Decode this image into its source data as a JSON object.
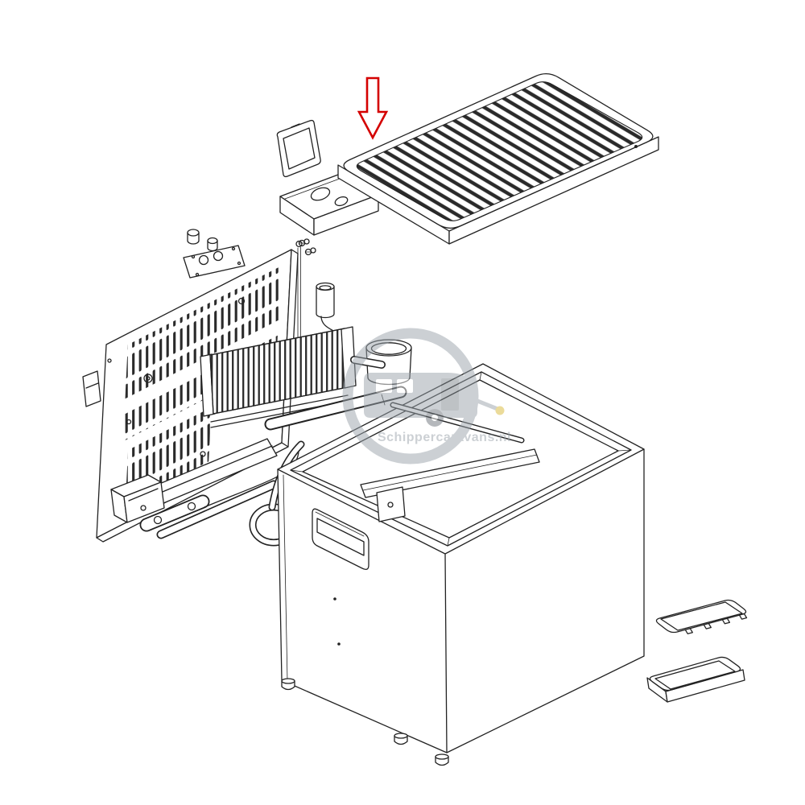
{
  "diagram": {
    "type": "exploded-parts-diagram",
    "subject": "portable-absorption-cooler",
    "watermark": {
      "text": "Schippercaravans.nl"
    },
    "colors": {
      "line": "#222222",
      "background": "#ffffff",
      "arrow": "#d40000",
      "watermark": "#9aa3ab",
      "watermark_accent": "#d9b838"
    },
    "callout": {
      "shape": "arrow",
      "direction": "down",
      "points_to": "ventilation-grille-lid"
    },
    "parts": [
      {
        "id": "ventilation-grille-lid"
      },
      {
        "id": "access-flap"
      },
      {
        "id": "burner-tray-housing"
      },
      {
        "id": "mounting-screws"
      },
      {
        "id": "vented-back-panel"
      },
      {
        "id": "gas-valve-fittings"
      },
      {
        "id": "thermostat-plate"
      },
      {
        "id": "suspension-rod"
      },
      {
        "id": "flue-cylinder"
      },
      {
        "id": "boiler-cup"
      },
      {
        "id": "condenser-fin-unit"
      },
      {
        "id": "burner-assembly"
      },
      {
        "id": "pipe-loop"
      },
      {
        "id": "heat-exchanger-tube"
      },
      {
        "id": "cabinet-body"
      },
      {
        "id": "handle-recess"
      },
      {
        "id": "evaporator-shelf"
      },
      {
        "id": "interior-cooling-tube"
      },
      {
        "id": "leveling-feet"
      },
      {
        "id": "shallow-tray"
      },
      {
        "id": "deep-tray"
      }
    ]
  }
}
